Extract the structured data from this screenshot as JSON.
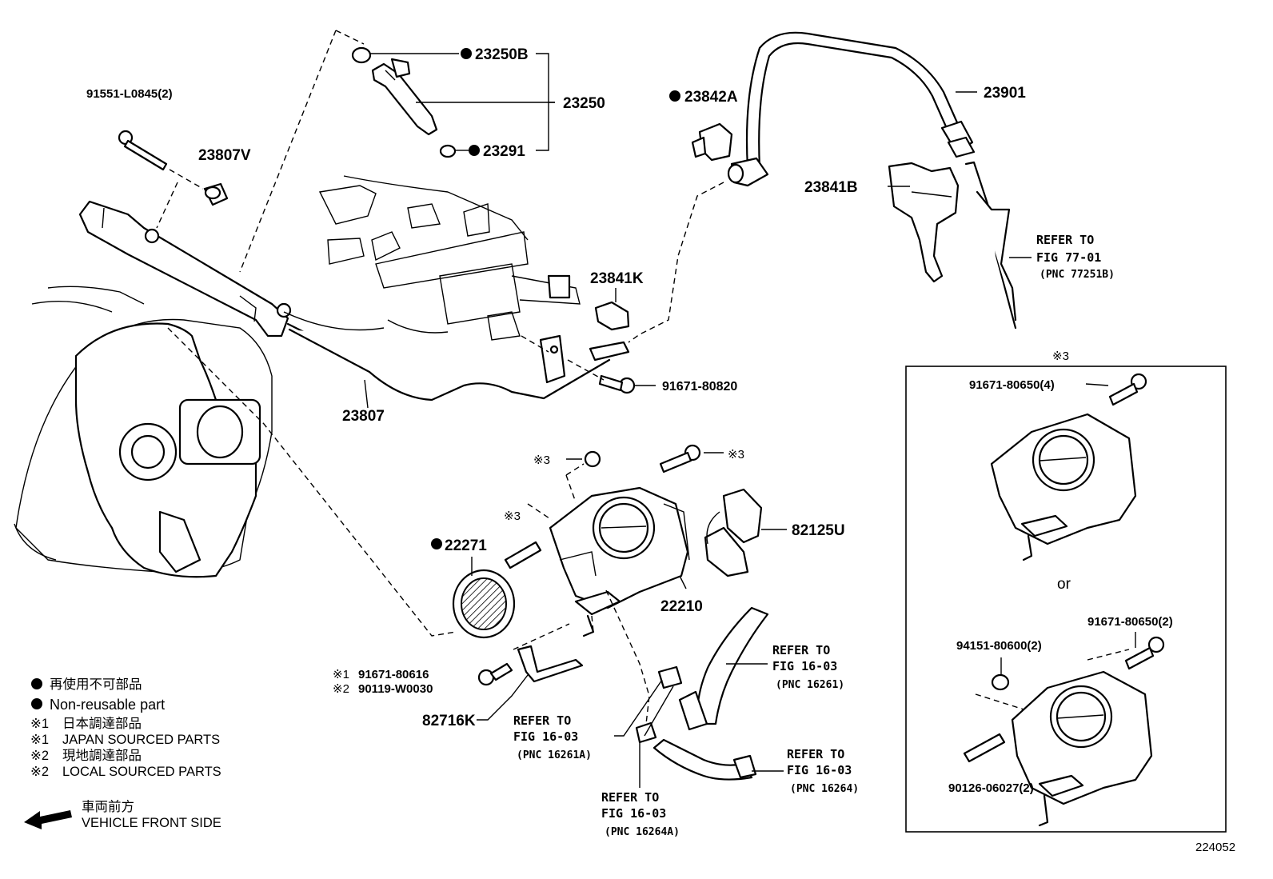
{
  "labels": {
    "p23250B": "23250B",
    "p23250": "23250",
    "p23291": "23291",
    "p23842A": "23842A",
    "p23901": "23901",
    "p91551": "91551-L0845(2)",
    "p23807V": "23807V",
    "p23841B": "23841B",
    "p23841K": "23841K",
    "p91671_80820": "91671-80820",
    "p23807": "23807",
    "p22271": "22271",
    "p22210": "22210",
    "p82125U": "82125U",
    "p91671_80616": "91671-80616",
    "p90119": "90119-W0030",
    "p82716K": "82716K",
    "p91671_80650_4": "91671-80650(4)",
    "p91671_80650_2": "91671-80650(2)",
    "p94151": "94151-80600(2)",
    "p90126": "90126-06027(2)"
  },
  "marks": {
    "note1": "※1",
    "note2": "※2",
    "note3": "※3"
  },
  "refs": {
    "r77": {
      "line1": "REFER TO",
      "line2": "FIG 77-01",
      "line3": "(PNC 77251B)"
    },
    "r16261": {
      "line1": "REFER TO",
      "line2": "FIG 16-03",
      "line3": "(PNC 16261)"
    },
    "r16261A": {
      "line1": "REFER TO",
      "line2": "FIG 16-03",
      "line3": "(PNC 16261A)"
    },
    "r16264": {
      "line1": "REFER TO",
      "line2": "FIG 16-03",
      "line3": "(PNC 16264)"
    },
    "r16264A": {
      "line1": "REFER TO",
      "line2": "FIG 16-03",
      "line3": "(PNC 16264A)"
    }
  },
  "alt": {
    "or_label": "or"
  },
  "legend": {
    "bullet": "●",
    "line1": "再使用不可部品",
    "line2": "Non-reusable part",
    "line3": "日本調達部品",
    "line4": "JAPAN SOURCED PARTS",
    "line5": "現地調達部品",
    "line6": "LOCAL SOURCED PARTS",
    "front_jp": "車両前方",
    "front_en": "VEHICLE FRONT SIDE"
  },
  "figure_number": "224052"
}
